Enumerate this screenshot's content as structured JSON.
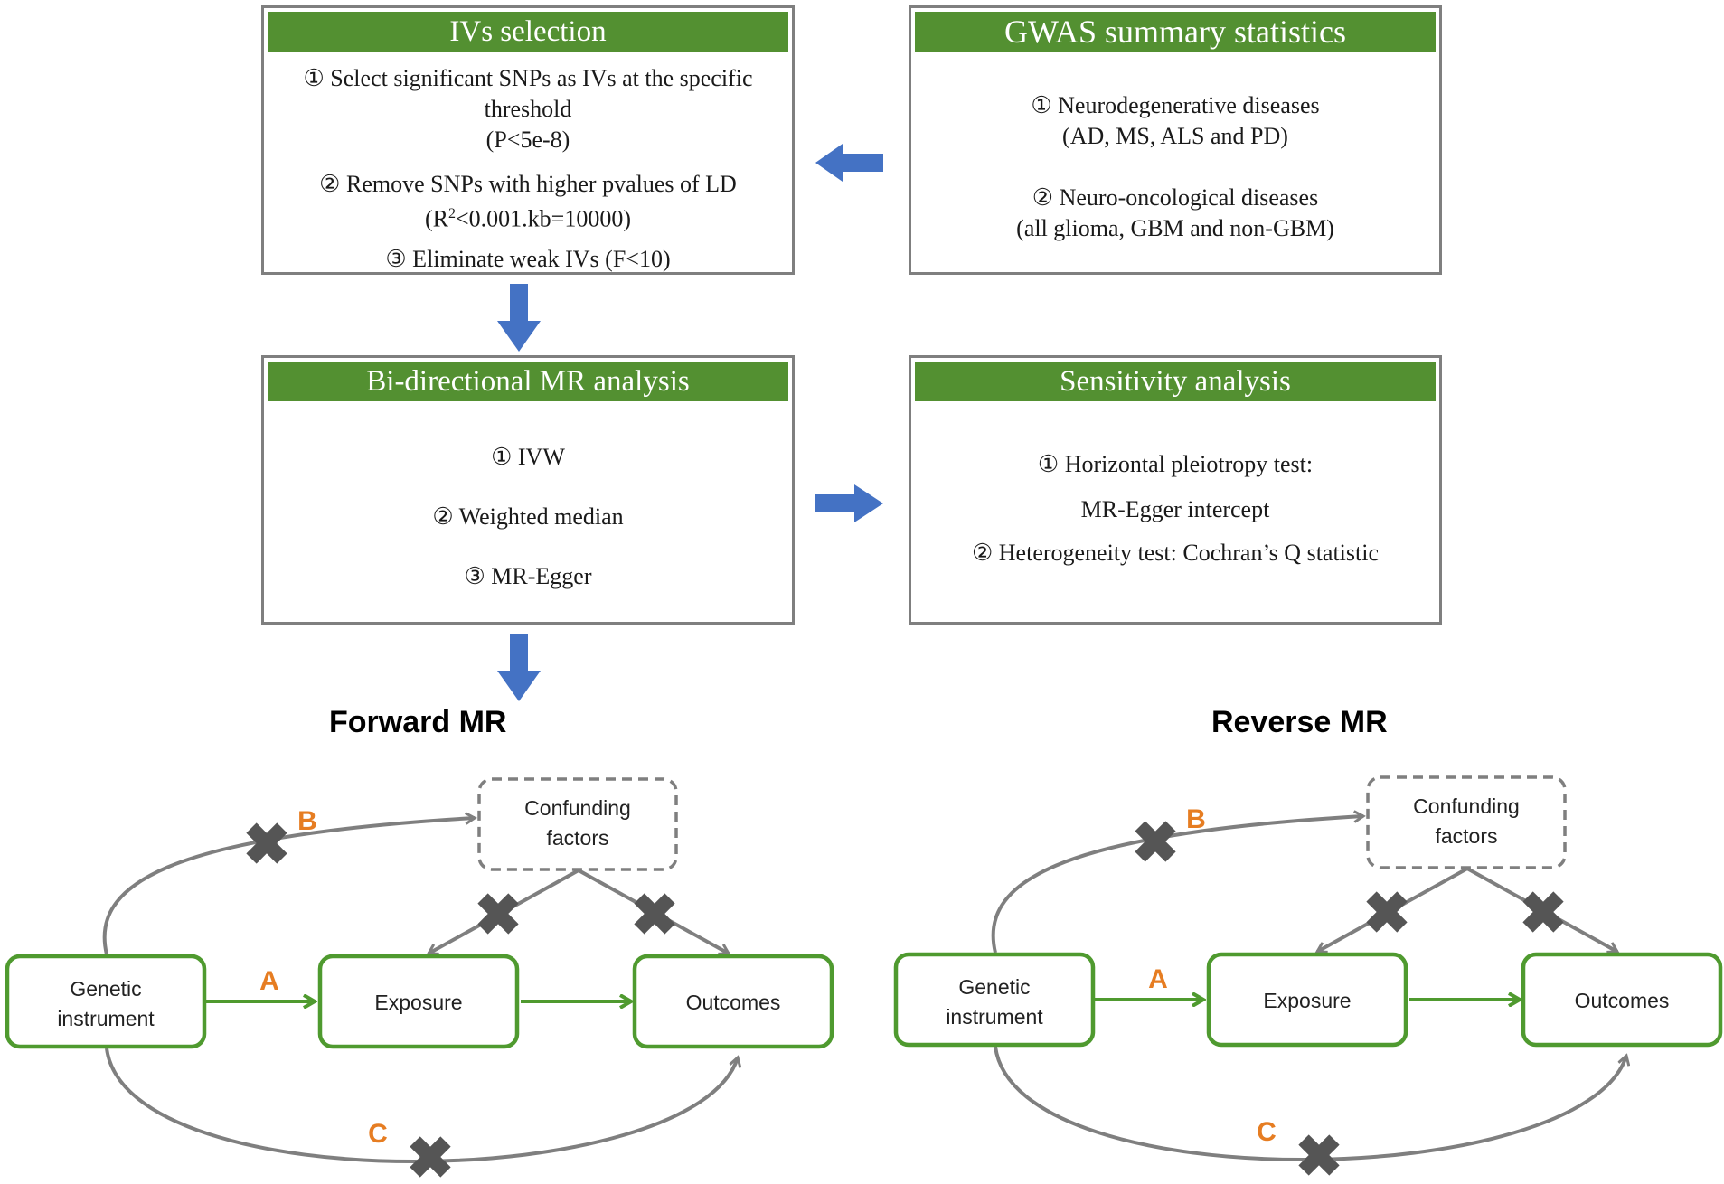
{
  "ivs_box": {
    "title": "IVs selection",
    "line1a": "① Select significant  SNPs as IVs at the specific",
    "line1b": "threshold",
    "line1c": "(P<5e-8)",
    "line2a": "② Remove SNPs with higher pvalues of LD",
    "line2b_pre": "(R",
    "line2b_sup": "2",
    "line2b_post": "<0.001.kb=10000)",
    "line3": "③ Eliminate  weak IVs (F<10)"
  },
  "gwas_box": {
    "title": "GWAS  summary  statistics",
    "line1a": "① Neurodegenerative diseases",
    "line1b": "(AD, MS,  ALS and PD)",
    "line2a": "② Neuro-oncological diseases",
    "line2b": "(all glioma,  GBM and non-GBM)"
  },
  "mr_box": {
    "title": "Bi-directional  MR analysis",
    "item1": "① IVW",
    "item2": "② Weighted median",
    "item3": "③ MR-Egger"
  },
  "sens_box": {
    "title": "Sensitivity  analysis",
    "line1": "① Horizontal  pleiotropy  test:",
    "line2": "MR-Egger intercept",
    "line3": "② Heterogeneity test: Cochran’s Q statistic"
  },
  "forward": {
    "title": "Forward MR",
    "confounding_line1": "Confunding",
    "confounding_line2": "factors",
    "genetic_line1": "Genetic",
    "genetic_line2": "instrument",
    "exposure": "Exposure",
    "outcomes": "Outcomes",
    "label_a": "A",
    "label_b": "B",
    "label_c": "C"
  },
  "reverse": {
    "title": "Reverse MR",
    "confounding_line1": "Confunding",
    "confounding_line2": "factors",
    "genetic_line1": "Genetic",
    "genetic_line2": "instrument",
    "exposure": "Exposure",
    "outcomes": "Outcomes",
    "label_a": "A",
    "label_b": "B",
    "label_c": "C"
  },
  "colors": {
    "header_green": "#539031",
    "node_green": "#4f9a2f",
    "arrow_blue": "#4472c4",
    "gray_line": "#7f7f7f",
    "label_orange": "#e67d22"
  }
}
